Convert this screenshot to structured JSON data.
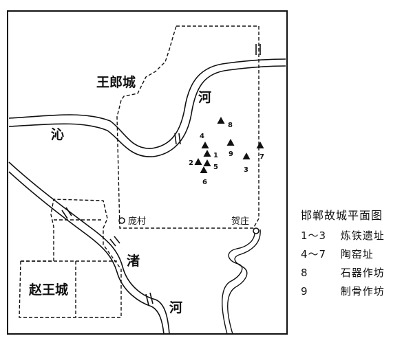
{
  "map": {
    "labels": {
      "wanglang_city": "王郎城",
      "zhaowang_city": "赵王城",
      "qin": "沁",
      "he_north": "河",
      "zhu": "渚",
      "he_south": "河",
      "pangcun": "庞村",
      "hezhuang": "贺庄"
    },
    "sites": [
      {
        "id": "1",
        "label": "1"
      },
      {
        "id": "2",
        "label": "2"
      },
      {
        "id": "3",
        "label": "3"
      },
      {
        "id": "4",
        "label": "4"
      },
      {
        "id": "5",
        "label": "5"
      },
      {
        "id": "6",
        "label": "6"
      },
      {
        "id": "7",
        "label": "7"
      },
      {
        "id": "8",
        "label": "8"
      },
      {
        "id": "9",
        "label": "9"
      }
    ]
  },
  "legend": {
    "title": "邯郸故城平面图",
    "items": [
      {
        "key": "1～3",
        "desc": "炼铁遗址"
      },
      {
        "key": "4～7",
        "desc": "陶窑址"
      },
      {
        "key": "8",
        "desc": "石器作坊"
      },
      {
        "key": "9",
        "desc": "制骨作坊"
      }
    ]
  }
}
